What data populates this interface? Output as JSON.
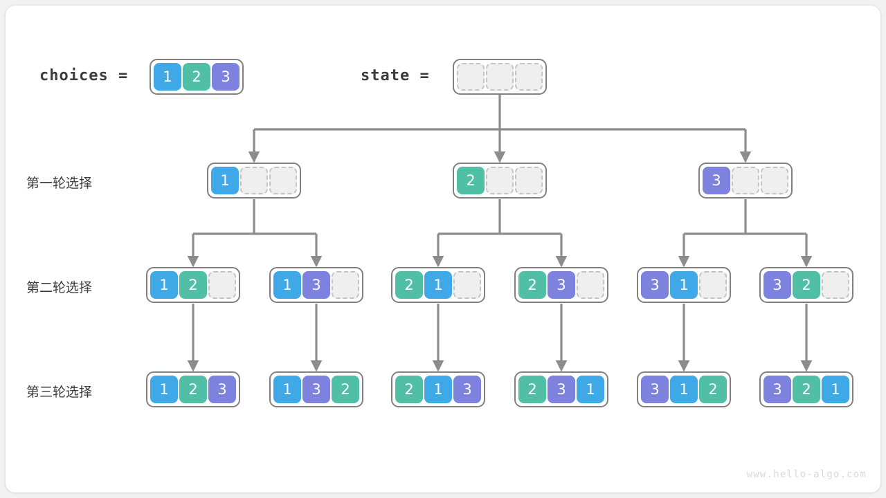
{
  "page": {
    "background_color": "#f2f2f2",
    "card_color": "#ffffff",
    "watermark": "www.hello-algo.com"
  },
  "palette": {
    "value_1": "#3fa9e8",
    "value_2": "#50bfa5",
    "value_3": "#7e82df",
    "empty_fill": "#efefef",
    "empty_border": "#c4c4c4",
    "array_border": "#808080",
    "edge_color": "#8c8c8c",
    "text_color": "#3c3c3c"
  },
  "header": {
    "choices_label": "choices  =",
    "choices_values": [
      "1",
      "2",
      "3"
    ],
    "state_label": "state  =",
    "state_values": [
      "",
      "",
      ""
    ]
  },
  "rows": [
    {
      "label": "第一轮选择",
      "nodes": [
        {
          "values": [
            "1",
            "",
            ""
          ]
        },
        {
          "values": [
            "2",
            "",
            ""
          ]
        },
        {
          "values": [
            "3",
            "",
            ""
          ]
        }
      ]
    },
    {
      "label": "第二轮选择",
      "nodes": [
        {
          "values": [
            "1",
            "2",
            ""
          ]
        },
        {
          "values": [
            "1",
            "3",
            ""
          ]
        },
        {
          "values": [
            "2",
            "1",
            ""
          ]
        },
        {
          "values": [
            "2",
            "3",
            ""
          ]
        },
        {
          "values": [
            "3",
            "1",
            ""
          ]
        },
        {
          "values": [
            "3",
            "2",
            ""
          ]
        }
      ]
    },
    {
      "label": "第三轮选择",
      "nodes": [
        {
          "values": [
            "1",
            "2",
            "3"
          ]
        },
        {
          "values": [
            "1",
            "3",
            "2"
          ]
        },
        {
          "values": [
            "2",
            "1",
            "3"
          ]
        },
        {
          "values": [
            "2",
            "3",
            "1"
          ]
        },
        {
          "values": [
            "3",
            "1",
            "2"
          ]
        },
        {
          "values": [
            "3",
            "2",
            "1"
          ]
        }
      ]
    }
  ]
}
